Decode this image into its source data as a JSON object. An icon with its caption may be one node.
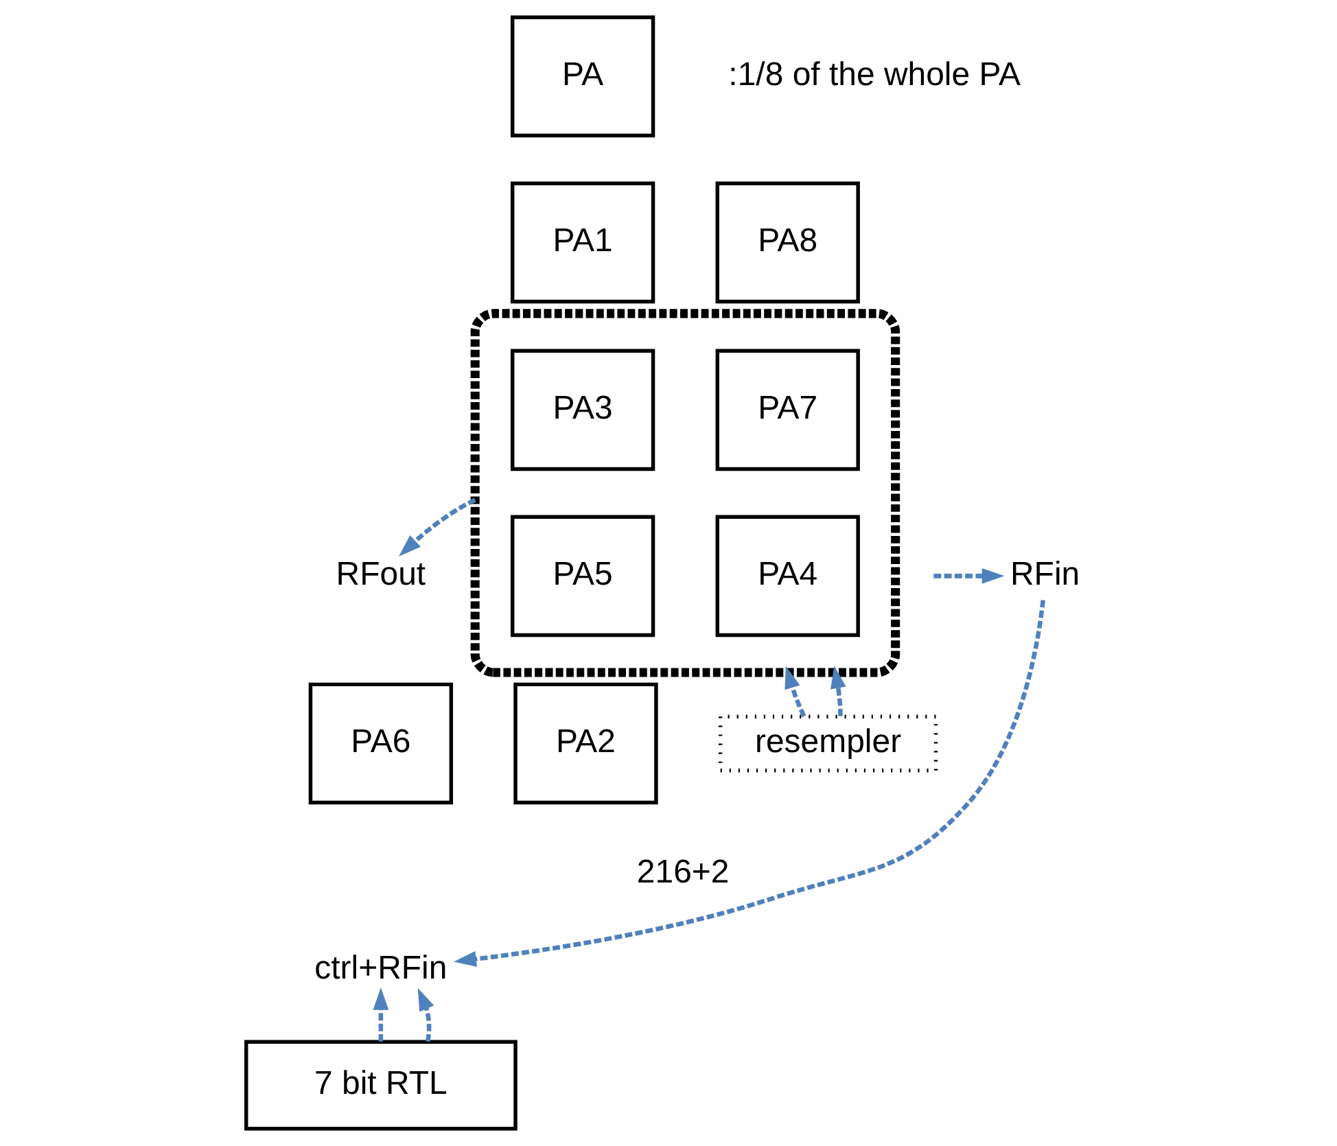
{
  "diagram": {
    "nodes": [
      {
        "text": [
          "PA"
        ],
        "beside": [
          ":1/8 of the whole PA"
        ]
      },
      {
        "text": [
          "PA1"
        ]
      },
      {
        "text": [
          "PA8"
        ]
      },
      {
        "text": [],
        "shape": "box"
      },
      {
        "text": [
          "PA3"
        ],
        "in": 3
      },
      {
        "text": [
          "PA7"
        ],
        "in": 3
      },
      {
        "text": [
          "RFout"
        ]
      },
      {
        "text": [
          "RFin"
        ]
      },
      {
        "text": [
          "PA5"
        ],
        "in": 3
      },
      {
        "text": [
          "PA4"
        ],
        "in": 3
      },
      {
        "text": [
          "PA6"
        ]
      },
      {
        "text": [
          "resempler"
        ]
      },
      {
        "text": [
          "PA2"
        ]
      },
      {
        "text": [
          "ctrl+RFin"
        ]
      },
      {
        "text": [
          "7 bit RTL"
        ]
      }
    ],
    "edges": [
      {
        "from": 11,
        "to": 3,
        "arrow": "to",
        "style": "dashed"
      },
      {
        "from": 11,
        "to": 3,
        "arrow": "to",
        "style": "dashed"
      },
      {
        "from": 14,
        "to": 13,
        "arrow": "to",
        "style": "dashed"
      },
      {
        "from": 14,
        "to": 13,
        "arrow": "to",
        "style": "dashed"
      },
      {
        "from": 3,
        "to": 6,
        "arrow": "to",
        "style": "dashed"
      },
      {
        "from": null,
        "to": 7,
        "arrow": "to",
        "style": "dashed"
      },
      {
        "from": 7,
        "to": 13,
        "arrow": "to",
        "style": "dashed"
      }
    ],
    "labels": [
      "216+2"
    ]
  }
}
